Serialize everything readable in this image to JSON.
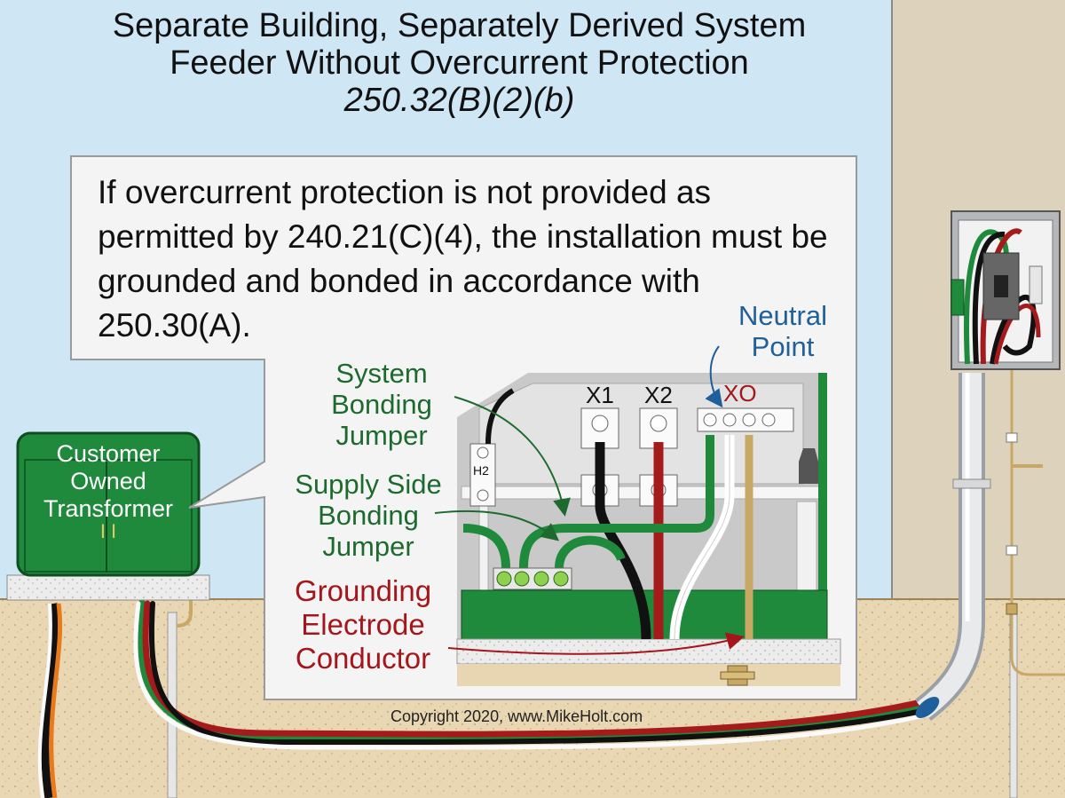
{
  "title": {
    "line1": "Separate Building, Separately Derived System",
    "line2": "Feeder Without Overcurrent Protection",
    "reference": "250.32(B)(2)(b)"
  },
  "callout": {
    "text": "If overcurrent protection is not provided as permitted by 240.21(C)(4), the installation must be grounded and bonded in accordance with 250.30(A)."
  },
  "labels": {
    "neutral_point": [
      "Neutral",
      "Point"
    ],
    "system_bonding_jumper": [
      "System",
      "Bonding",
      "Jumper"
    ],
    "supply_side_bonding_jumper": [
      "Supply Side",
      "Bonding",
      "Jumper"
    ],
    "grounding_electrode_conductor": [
      "Grounding",
      "Electrode",
      "Conductor"
    ],
    "transformer": [
      "Customer",
      "Owned",
      "Transformer"
    ],
    "transformer_symbol": "I I",
    "x1": "X1",
    "x2": "X2",
    "xo": "XO",
    "h2": "H2"
  },
  "copyright": "Copyright 2020, www.MikeHolt.com",
  "colors": {
    "sky": "#cfe6f5",
    "wall": "#ddd3bc",
    "ground": "#e8d6b2",
    "equipment_green": "#1f8a3c",
    "dark_green": "#1d6a2e",
    "label_red": "#a5161c",
    "label_blue": "#1e5f9c",
    "wire_red": "#a51b1b",
    "wire_black": "#111111",
    "wire_white": "#ffffff",
    "wire_bare": "#c8a865"
  }
}
